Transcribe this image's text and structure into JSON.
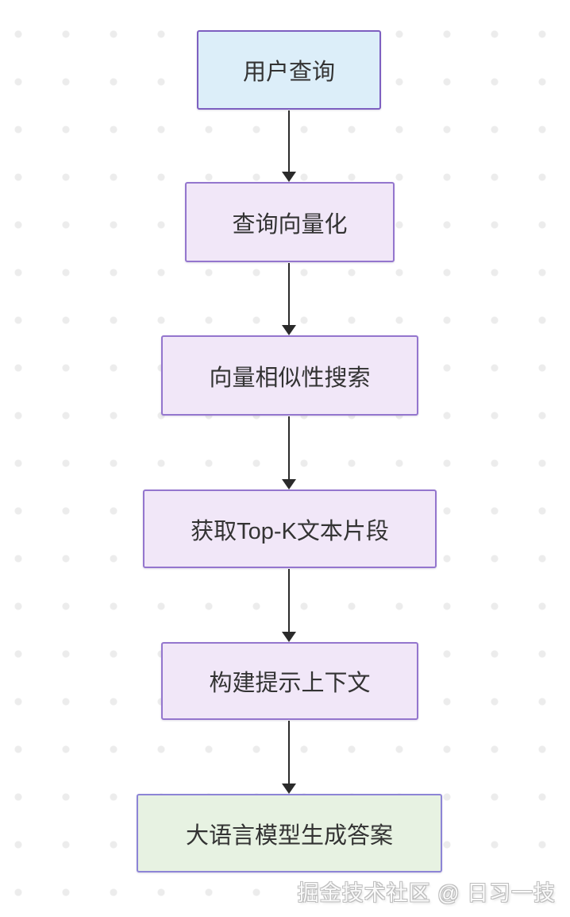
{
  "page": {
    "background": "#ffffff",
    "dot_grid_color": "#ececec",
    "watermark": "掘金技术社区 @ 日习一技"
  },
  "diagram": {
    "type": "flowchart",
    "direction": "top-down",
    "arrow_color": "#2b2b2b",
    "text_color": "#333333",
    "nodes": [
      {
        "id": "user-query",
        "label": "用户查询",
        "fill": "#dceef9",
        "border": "#7d5fc0"
      },
      {
        "id": "query-vectorize",
        "label": "查询向量化",
        "fill": "#f1e7f8",
        "border": "#9476ce"
      },
      {
        "id": "vector-similarity-search",
        "label": "向量相似性搜索",
        "fill": "#f1e7f8",
        "border": "#9476ce"
      },
      {
        "id": "get-topk-text-fragments",
        "label": "获取Top-K文本片段",
        "fill": "#f1e7f8",
        "border": "#9476ce"
      },
      {
        "id": "build-prompt-context",
        "label": "构建提示上下文",
        "fill": "#f1e7f8",
        "border": "#9476ce"
      },
      {
        "id": "llm-generate-answer",
        "label": "大语言模型生成答案",
        "fill": "#e7f2e2",
        "border": "#8d85d6"
      }
    ],
    "edges": [
      {
        "from": "user-query",
        "to": "query-vectorize"
      },
      {
        "from": "query-vectorize",
        "to": "vector-similarity-search"
      },
      {
        "from": "vector-similarity-search",
        "to": "get-topk-text-fragments"
      },
      {
        "from": "get-topk-text-fragments",
        "to": "build-prompt-context"
      },
      {
        "from": "build-prompt-context",
        "to": "llm-generate-answer"
      }
    ]
  }
}
